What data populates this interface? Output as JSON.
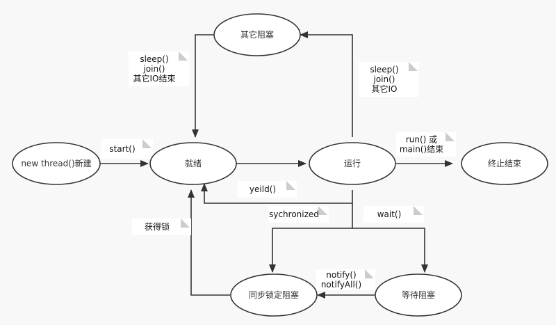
{
  "diagram": {
    "type": "state-diagram",
    "title": "Java线程状态",
    "colors": {
      "background": "#f8f8f8",
      "line": "#333333",
      "state_fill": "#ffffff",
      "note_fill": "#ffffff",
      "note_fold": "#cccccc"
    },
    "states": {
      "new": "new thread()新建",
      "ready": "就绪",
      "running": "运行",
      "other_blocked": "其它阻塞",
      "terminated": "终止结束",
      "sync_blocked": "同步锁定阻塞",
      "wait_blocked": "等待阻塞"
    },
    "notes": {
      "start": [
        "start()"
      ],
      "other_end": [
        "sleep()",
        "join()",
        "其它IO结束"
      ],
      "other_start": [
        "sleep()",
        "join()",
        "其它IO"
      ],
      "run_end": [
        "run() 或",
        "main()结束"
      ],
      "yield": [
        "yeild()"
      ],
      "synchronized": [
        "sychronized"
      ],
      "wait": [
        "wait()"
      ],
      "lock": [
        "获得锁"
      ],
      "notify": [
        "notify()",
        "notifyAll()"
      ]
    },
    "transitions": [
      {
        "from": "new",
        "to": "ready",
        "label": "start()"
      },
      {
        "from": "ready",
        "to": "running",
        "label": ""
      },
      {
        "from": "running",
        "to": "terminated",
        "label": "run() 或 main()结束"
      },
      {
        "from": "running",
        "to": "other_blocked",
        "label": "sleep() join() 其它IO"
      },
      {
        "from": "other_blocked",
        "to": "ready",
        "label": "sleep() join() 其它IO结束"
      },
      {
        "from": "running",
        "to": "ready",
        "label": "yeild()"
      },
      {
        "from": "running",
        "to": "sync_blocked",
        "label": "sychronized"
      },
      {
        "from": "running",
        "to": "wait_blocked",
        "label": "wait()"
      },
      {
        "from": "wait_blocked",
        "to": "sync_blocked",
        "label": "notify() notifyAll()"
      },
      {
        "from": "sync_blocked",
        "to": "ready",
        "label": "获得锁"
      }
    ]
  }
}
